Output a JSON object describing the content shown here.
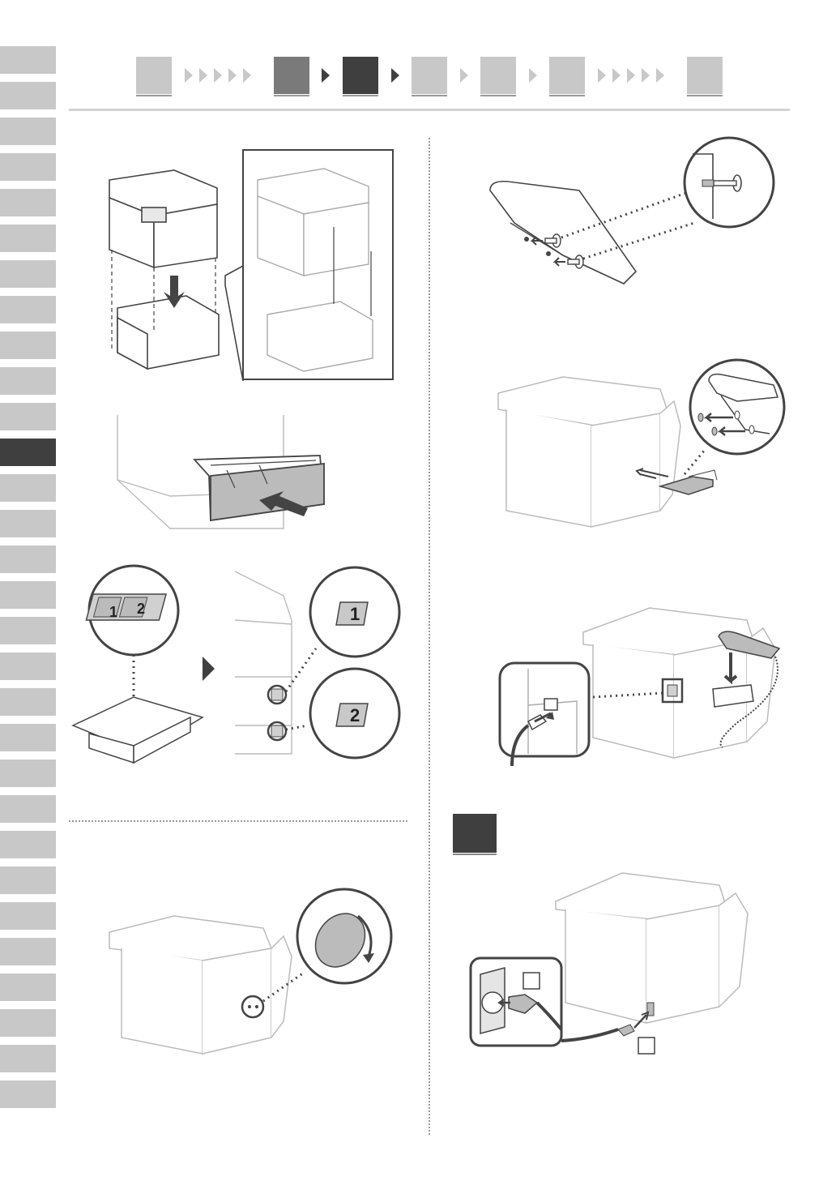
{
  "lang_tabs": {
    "count": 30,
    "active_index": 11
  },
  "step_nav": {
    "steps": [
      "light",
      "mid",
      "dark",
      "light",
      "light",
      "light",
      "light"
    ],
    "current_step": 3
  },
  "callouts": {
    "tray_label_1": "1",
    "tray_label_2": "2"
  },
  "icons": [
    "printer-on-cassette",
    "paper-cassette",
    "tray-labels",
    "cover-cap",
    "handset-holder",
    "phone-line",
    "power-cord"
  ],
  "colors": {
    "tab_gray": "#c8c8c8",
    "tab_active": "#3f3f3f",
    "step_mid": "#7a7a7a"
  }
}
